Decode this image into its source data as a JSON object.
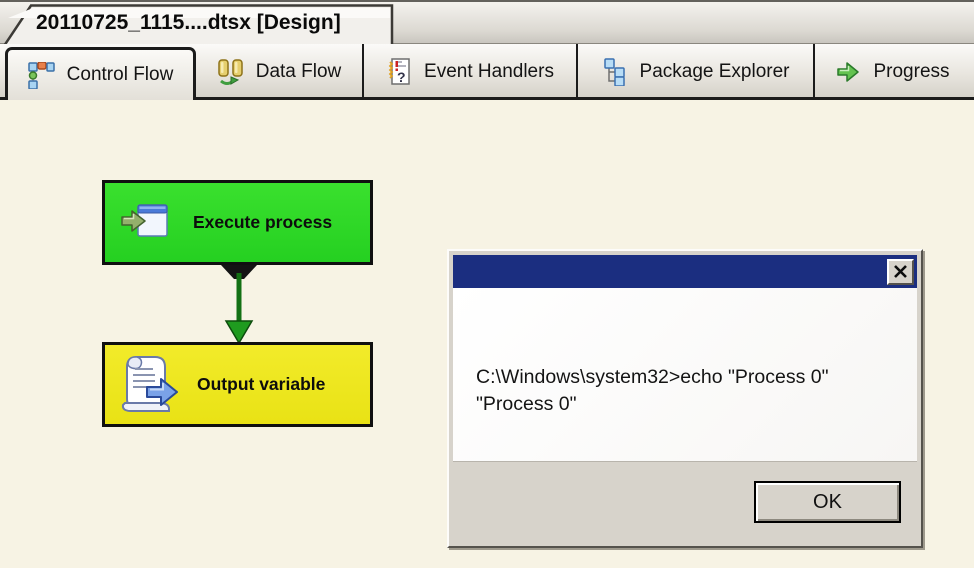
{
  "document_tab": {
    "title": "20110725_1115....dtsx [Design]"
  },
  "tab_bar": {
    "tabs": [
      {
        "label": "Control Flow",
        "icon": "control-flow-icon",
        "state": "active"
      },
      {
        "label": "Data Flow",
        "icon": "data-flow-icon",
        "state": "inactive"
      },
      {
        "label": "Event Handlers",
        "icon": "event-handlers-icon",
        "state": "inactive"
      },
      {
        "label": "Package Explorer",
        "icon": "package-explorer-icon",
        "state": "inactive"
      },
      {
        "label": "Progress",
        "icon": "progress-icon",
        "state": "inactive"
      }
    ]
  },
  "canvas": {
    "tasks": [
      {
        "label": "Execute process",
        "icon": "execute-process-icon",
        "fill": "#28d223",
        "border": "#101010"
      },
      {
        "label": "Output variable",
        "icon": "script-scroll-icon",
        "fill": "#ece615",
        "border": "#101010"
      }
    ],
    "connector": {
      "type": "precedence-arrow",
      "color": "#157a15"
    }
  },
  "dialog": {
    "titlebar_color": "#1b2e80",
    "console_lines": {
      "line1": "C:\\Windows\\system32>echo \"Process 0\"",
      "line2": "\"Process 0\""
    },
    "ok_label": "OK"
  },
  "colors": {
    "design_surface": "#f7f3e4",
    "task_green": "#28d223",
    "task_yellow": "#ece615",
    "arrow_green": "#157a15",
    "dialog_face": "#d7d3cb"
  }
}
